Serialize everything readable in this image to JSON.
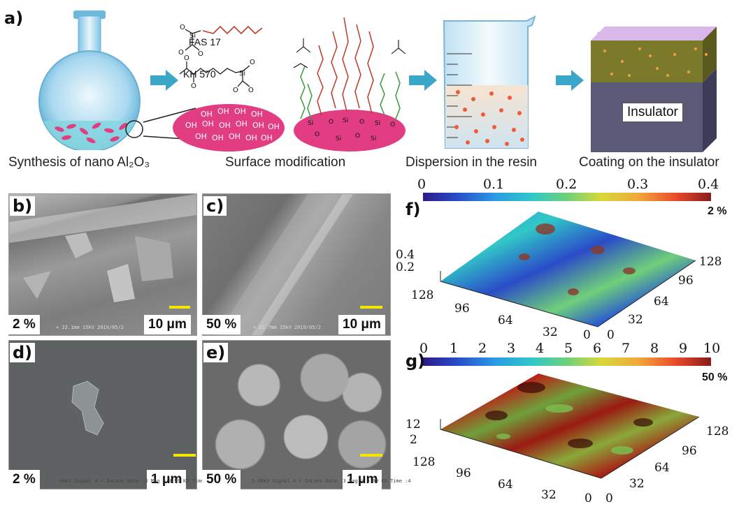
{
  "panel_a": {
    "letter": "a)",
    "chem": {
      "fas": "FAS 17",
      "kh": "KH 570"
    },
    "captions": {
      "synthesis": "Synthesis of nano Al₂O₃",
      "surface": "Surface modification",
      "dispersion": "Dispersion in the resin",
      "coating": "Coating on the insulator"
    },
    "insulator_label": "Insulator",
    "oh": "OH"
  },
  "sem_panels": [
    {
      "letter": "b)",
      "concentration": "2 %",
      "scale": "10 μm",
      "footer": "⋄ 22.1mm   15kV 2019/05/2"
    },
    {
      "letter": "c)",
      "concentration": "50 %",
      "scale": "10 μm",
      "footer": "⋄ 22.7mm   15kV 2019/05/2"
    },
    {
      "letter": "d)",
      "concentration": "2 %",
      "scale": "1 μm",
      "footer": "00kV  Signal A = InLens  Date :3  Mag = 9.99 KX  Time :1"
    },
    {
      "letter": "e)",
      "concentration": "50 %",
      "scale": "1 μm",
      "footer": "5.00kV  Signal A = InLens  Date :3  Mag = 9.99 KX  Time :4"
    }
  ],
  "panel_f": {
    "letter": "f)",
    "concentration": "2 %",
    "colorbar_ticks": [
      "0",
      "0.1",
      "0.2",
      "0.3",
      "0.4"
    ],
    "z_ticks": [
      "0.4",
      "0.2"
    ],
    "x_ticks": [
      "128",
      "96",
      "64",
      "32",
      "0"
    ],
    "y_ticks": [
      "128",
      "96",
      "64",
      "32",
      "0"
    ]
  },
  "panel_g": {
    "letter": "g)",
    "concentration": "50 %",
    "colorbar_ticks": [
      "0",
      "1",
      "2",
      "3",
      "4",
      "5",
      "6",
      "7",
      "8",
      "9",
      "10"
    ],
    "z_ticks": [
      "12",
      "2"
    ],
    "x_ticks": [
      "128",
      "96",
      "64",
      "32",
      "0"
    ],
    "y_ticks": [
      "128",
      "96",
      "64",
      "32",
      "0"
    ]
  },
  "colors": {
    "scalebar": "#f2e600",
    "nanoparticle": "#e23c82",
    "arrow": "#3aa6c8",
    "chain_fas": "#c0392b",
    "chain_kh": "#3a9a3a"
  }
}
